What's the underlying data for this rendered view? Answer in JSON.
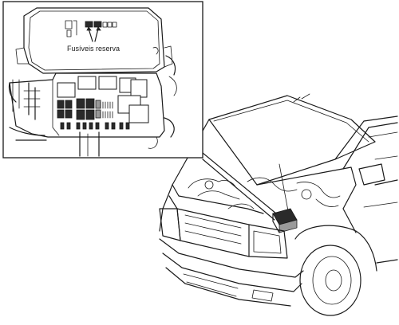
{
  "callout": {
    "label": "Fusíveis reserva"
  },
  "icons": {
    "fuse_box_inset": "fuse-box-detail",
    "vehicle": "suv-front-open-hood"
  }
}
